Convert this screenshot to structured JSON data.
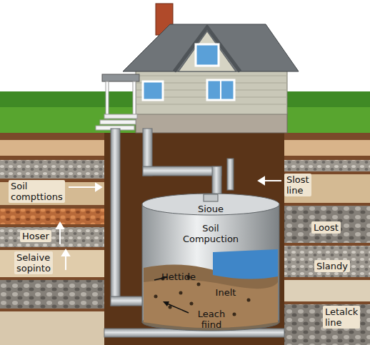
{
  "diagram": {
    "nodes": [
      {
        "text": [
          "Sioue",
          "Soil Compuction",
          "Hettide",
          "Inelt",
          "Leach fiind"
        ]
      }
    ],
    "labels": [
      "Soil compttions",
      "Slost line",
      "Hoser",
      "Selaive sopinto",
      "Loost",
      "Slandy",
      "Letalck line"
    ]
  }
}
